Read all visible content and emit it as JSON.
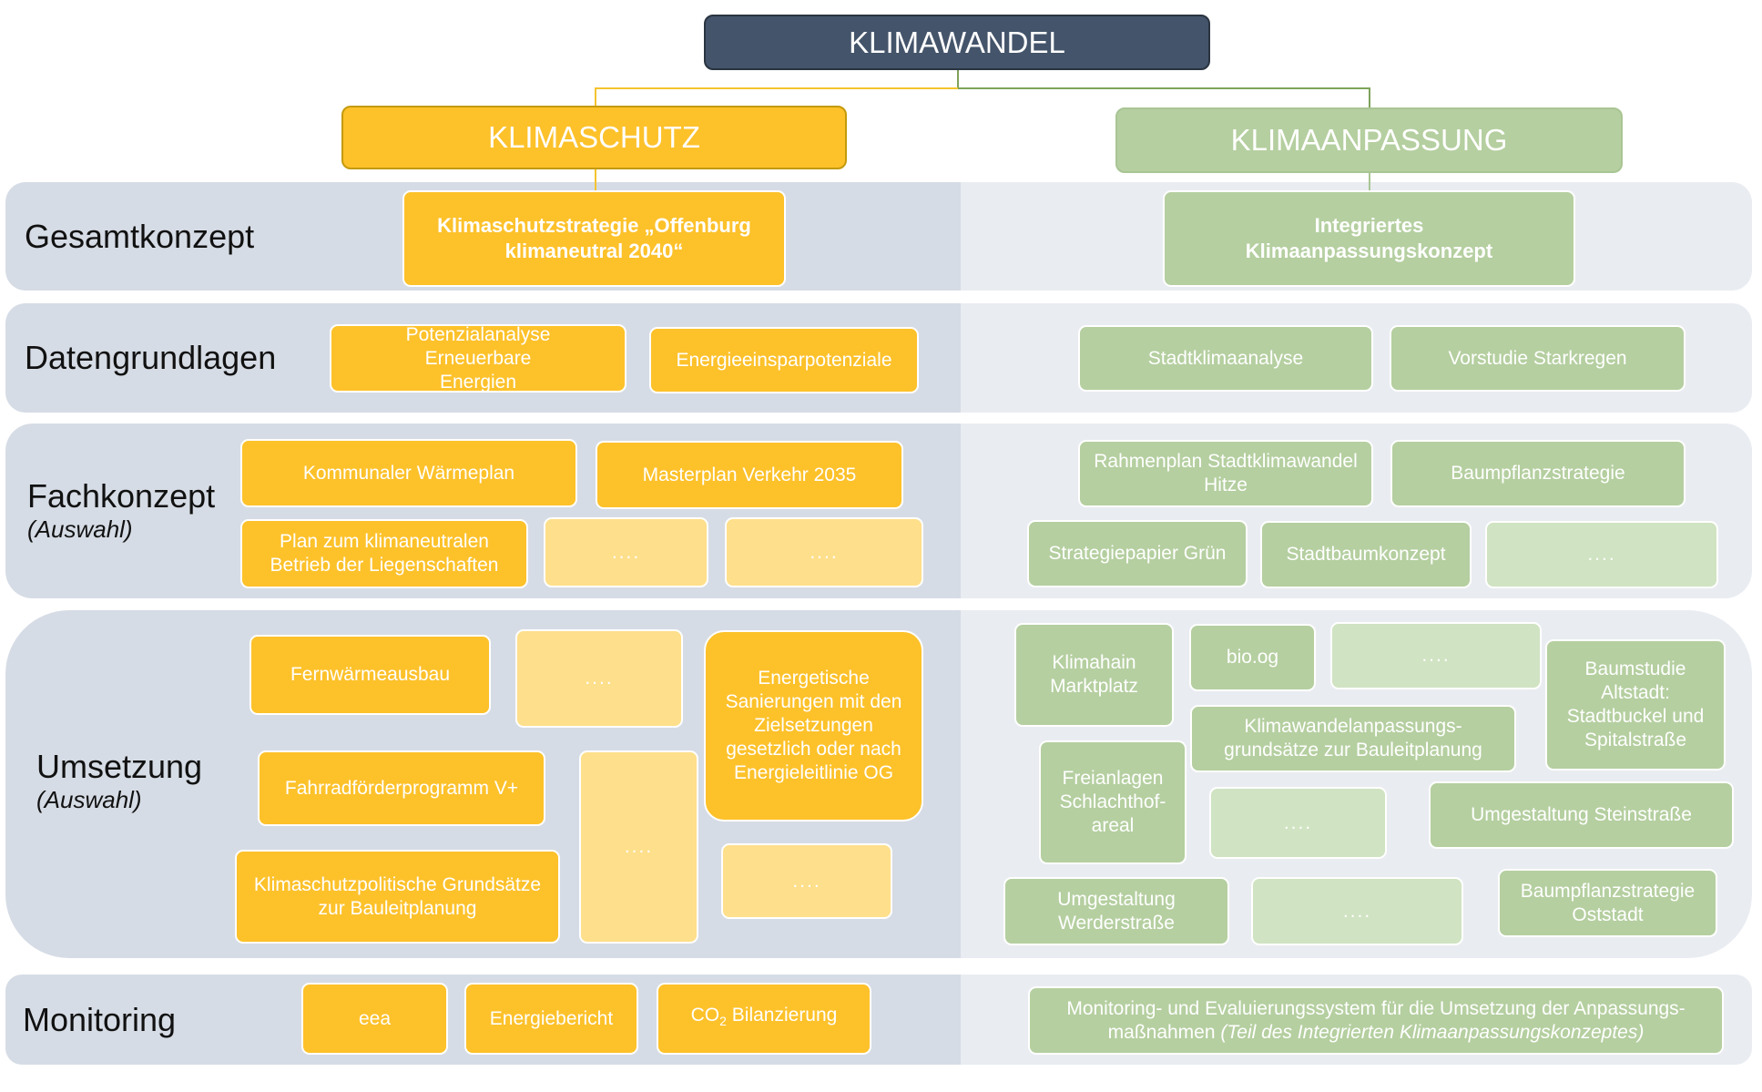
{
  "title": "KLIMAWANDEL",
  "pillars": {
    "left": "KLIMASCHUTZ",
    "right": "KLIMAANPASSUNG"
  },
  "colors": {
    "dark_header": "#44546a",
    "klimaschutz": "#fdc12a",
    "klimaschutz_light": "#fedf8b",
    "klimaanpassung": "#b5cfa0",
    "klimaanpassung_light": "#d0e3c2",
    "band_left": "#d6dce5",
    "band_right": "#e9ecf1"
  },
  "rows": {
    "gesamtkonzept": {
      "label": "Gesamtkonzept",
      "left": [
        "Klimaschutzstrategie „Offenburg klimaneutral 2040“"
      ],
      "right": [
        "Integriertes Klimaanpassungskonzept"
      ]
    },
    "datengrundlagen": {
      "label": "Datengrundlagen",
      "left": [
        "Potenzialanalyse Erneuerbare Energien",
        "Energieeinsparpotenziale"
      ],
      "right": [
        "Stadtklimaanalyse",
        "Vorstudie Starkregen"
      ]
    },
    "fachkonzept": {
      "label": "Fachkonzept",
      "sublabel": "(Auswahl)",
      "left": [
        "Kommunaler Wärmeplan",
        "Masterplan Verkehr 2035",
        "Plan zum klimaneutralen Betrieb der Liegenschaften",
        "....",
        "...."
      ],
      "right": [
        "Rahmenplan Stadtklimawandel Hitze",
        "Baumpflanzstrategie",
        "Strategiepapier Grün",
        "Stadtbaumkonzept",
        "...."
      ]
    },
    "umsetzung": {
      "label": "Umsetzung",
      "sublabel": "(Auswahl)",
      "left": [
        "Fernwärmeausbau",
        "....",
        "Energetische Sanierungen mit den Zielsetzungen gesetzlich oder nach Energieleitlinie OG",
        "Fahrradförderprogramm V+",
        "....",
        "Klimaschutzpolitische Grundsätze zur Bauleitplanung",
        "...."
      ],
      "right": [
        "Klimahain Marktplatz",
        "bio.og",
        "....",
        "Baumstudie Altstadt: Stadtbuckel und Spitalstraße",
        "Klimawandelanpassungs-grundsätze zur Bauleitplanung",
        "Freianlagen Schlachthof-areal",
        "....",
        "Umgestaltung Steinstraße",
        "Umgestaltung Werderstraße",
        "....",
        "Baumpflanzstrategie Oststadt"
      ]
    },
    "monitoring": {
      "label": "Monitoring",
      "left": [
        "eea",
        "Energiebericht",
        "CO",
        "2",
        " Bilanzierung"
      ],
      "right": {
        "main": "Monitoring- und Evaluierungssystem für die Umsetzung der Anpassungs-maßnahmen ",
        "italic": "(Teil des Integrierten Klimaanpassungskonzeptes)"
      }
    }
  }
}
